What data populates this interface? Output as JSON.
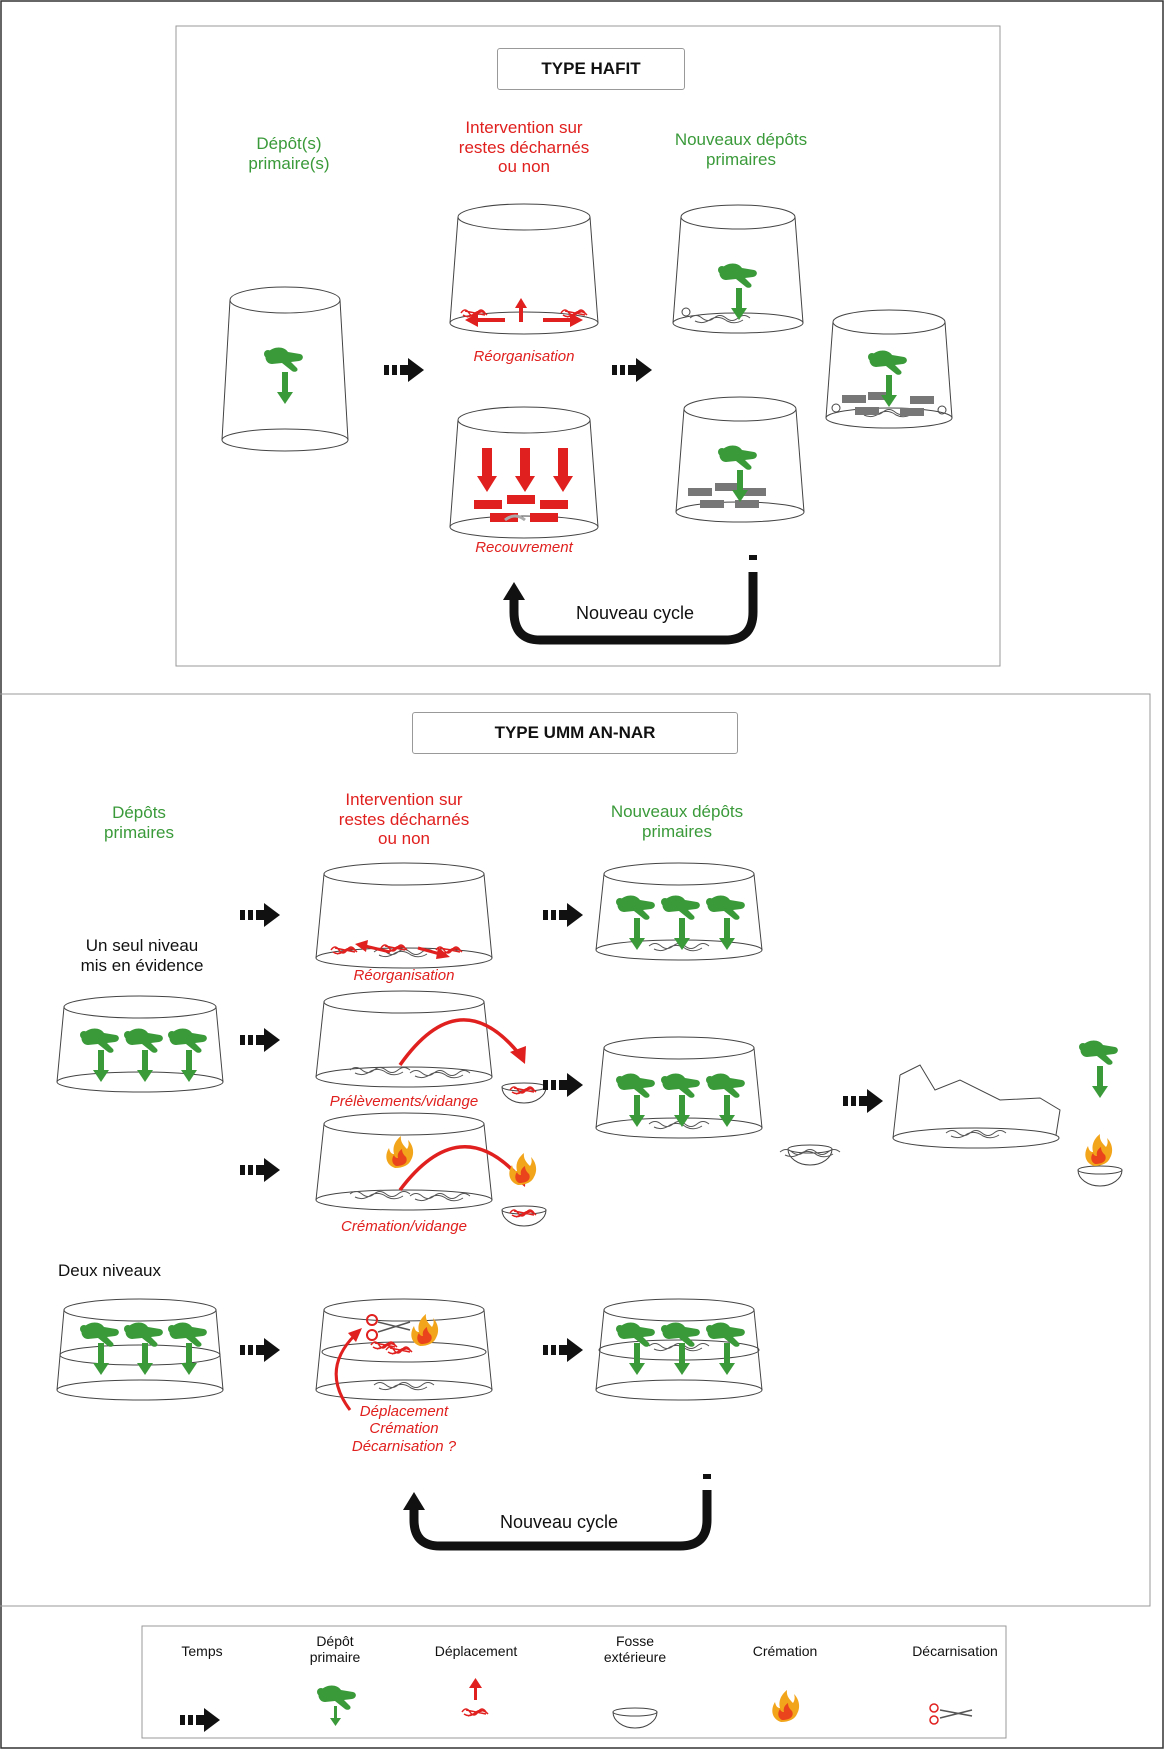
{
  "hafit": {
    "title": "TYPE HAFIT",
    "col1": "Dépôt(s)\nprimaire(s)",
    "col2": "Intervention sur\nrestes décharnés\nou non",
    "col3": "Nouveaux dépôts\nprimaires",
    "reorg": "Réorganisation",
    "recouv": "Recouvrement",
    "cycle": "Nouveau cycle"
  },
  "umm": {
    "title": "TYPE UMM AN-NAR",
    "col1": "Dépôts\nprimaires",
    "col2": "Intervention sur\nrestes décharnés\nou non",
    "col3": "Nouveaux dépôts\nprimaires",
    "level1": "Un seul niveau\nmis en évidence",
    "reorg": "Réorganisation",
    "prelev": "Prélèvements/vidange",
    "cremv": "Crémation/vidange",
    "level2": "Deux niveaux",
    "deplac": "Déplacement\nCrémation\nDécarnisation ?",
    "cycle": "Nouveau cycle"
  },
  "legend": {
    "items": [
      {
        "label": "Temps",
        "icon": "time-arrow-icon"
      },
      {
        "label": "Dépôt\nprimaire",
        "icon": "primary-deposit-icon"
      },
      {
        "label": "Déplacement",
        "icon": "displacement-icon"
      },
      {
        "label": "Fosse\nextérieure",
        "icon": "outer-pit-icon"
      },
      {
        "label": "Crémation",
        "icon": "fire-icon"
      },
      {
        "label": "Décarnisation",
        "icon": "scissors-icon"
      }
    ]
  },
  "colors": {
    "green": "#3a9a3a",
    "red": "#e0201e",
    "grey": "#777777"
  }
}
